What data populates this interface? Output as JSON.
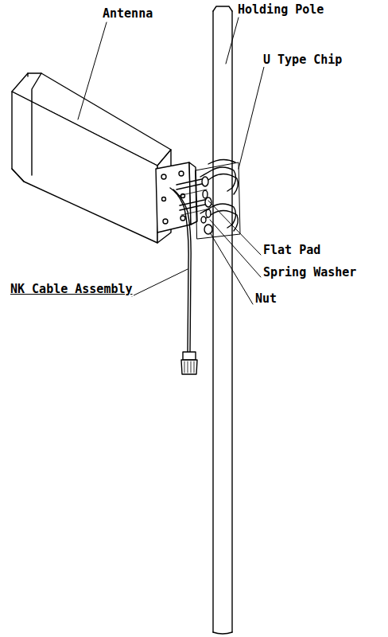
{
  "diagram": {
    "labels": [
      "Antenna",
      "Holding Pole",
      "U Type Chip",
      "Flat Pad",
      "Spring Washer",
      "Nut",
      "NK Cable Assembly"
    ]
  }
}
